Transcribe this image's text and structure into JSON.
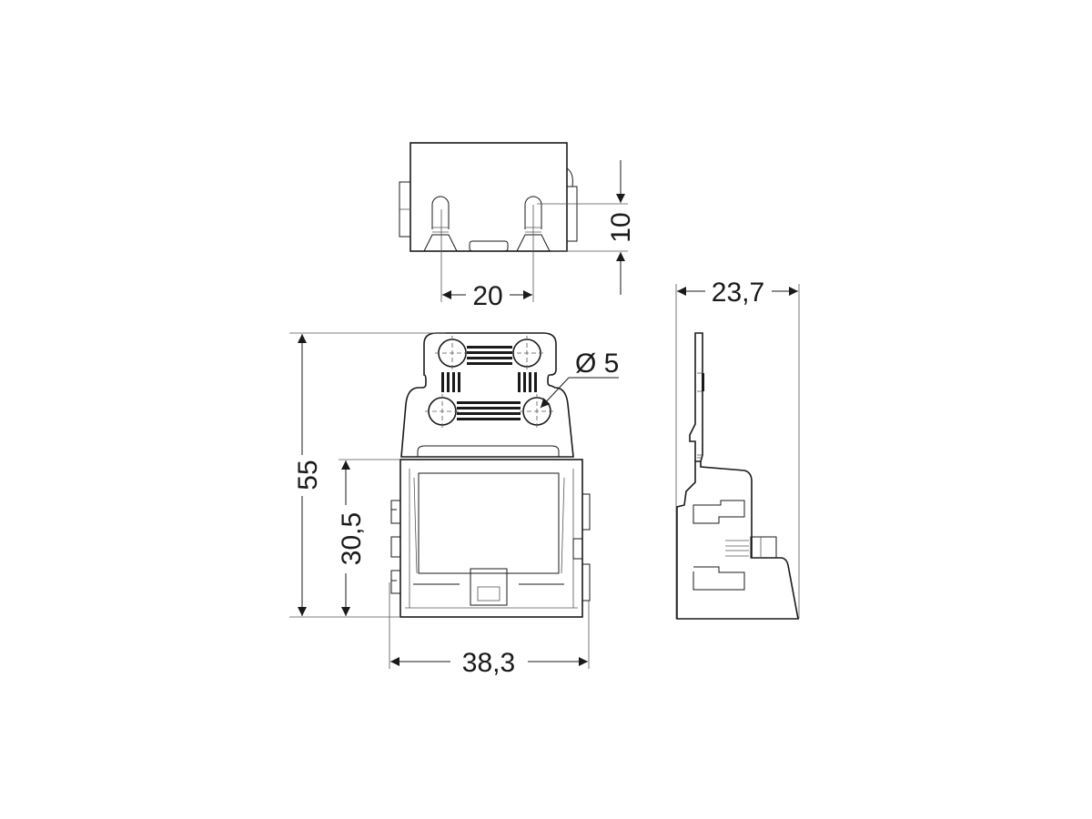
{
  "drawing": {
    "views": {
      "top": "top-view",
      "front": "front-view",
      "side": "side-view"
    },
    "dimensions": {
      "pin_spacing": "20",
      "pin_height": "10",
      "depth": "23,7",
      "hole_diameter": "Ø 5",
      "total_height": "55",
      "body_height": "30,5",
      "width": "38,3"
    },
    "colors": {
      "line": "#1a1a1a",
      "background": "#ffffff"
    }
  }
}
